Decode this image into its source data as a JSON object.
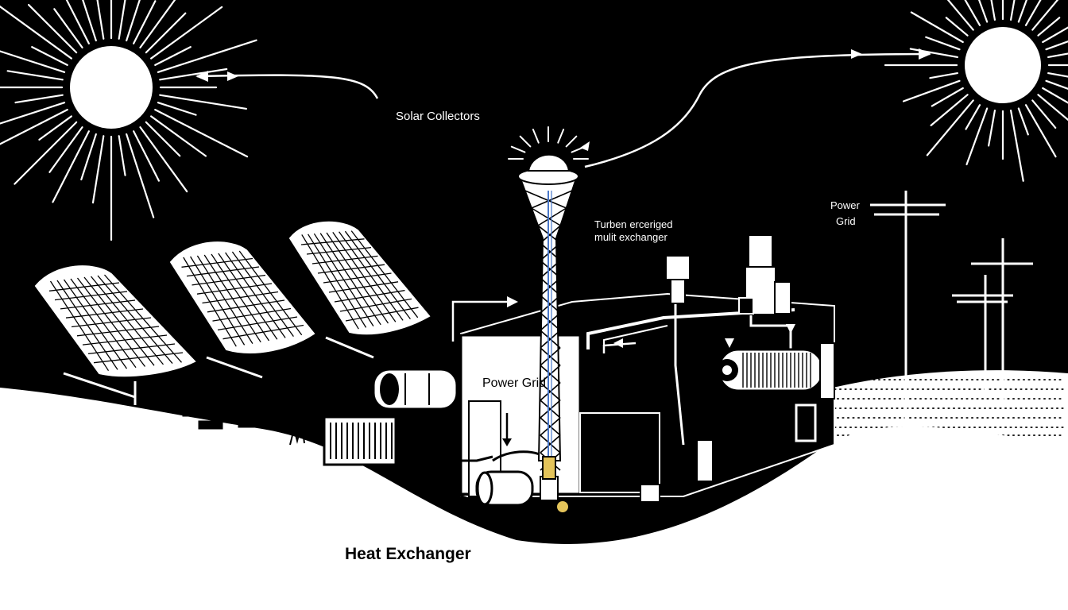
{
  "labels": {
    "solar_collectors": "Solar Collectors",
    "turbine_line1": "Turben erceriged",
    "turbine_line2": "mulit exchanger",
    "power_grid_top_line1": "Power",
    "power_grid_top_line2": "Grid",
    "power_grid_center": "Power Grid",
    "heat_exchanger": "Heat Exchanger"
  },
  "colors": {
    "background": "#000000",
    "ground": "#ffffff",
    "line": "#ffffff",
    "ink": "#000000",
    "flow_accent": "#4a78c8"
  }
}
